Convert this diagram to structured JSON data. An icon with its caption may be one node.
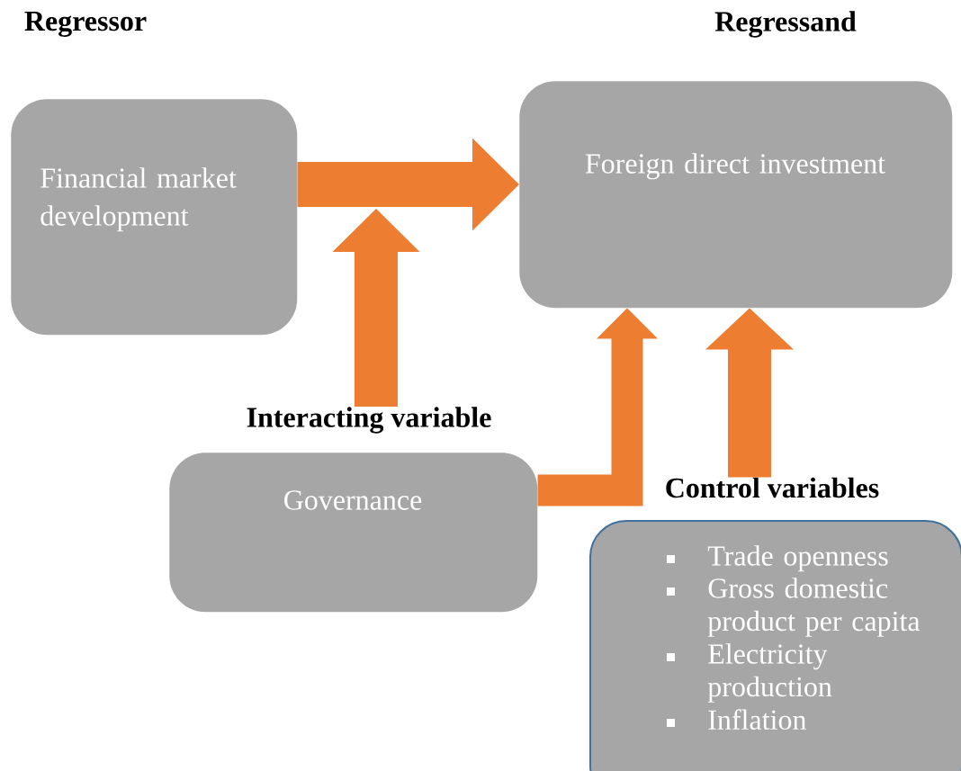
{
  "diagram": {
    "nodes": [
      {
        "text": [
          "Regressor",
          "Financial market development"
        ]
      },
      {
        "text": [
          "Regressand",
          "Foreign direct investment"
        ]
      },
      {
        "text": [
          "Interacting variable",
          "Governance"
        ]
      },
      {
        "text": [
          "Control variables",
          "Trade openness",
          "Gross domestic product per capita",
          "Electricity production",
          "Inflation"
        ]
      }
    ],
    "edges": [
      {
        "from": 0,
        "to": 1,
        "arrow": "to"
      },
      {
        "from": 2,
        "to": null,
        "arrow": "to"
      },
      {
        "from": 2,
        "to": 1,
        "arrow": "to"
      },
      {
        "from": 3,
        "to": 1,
        "arrow": "to"
      }
    ]
  }
}
